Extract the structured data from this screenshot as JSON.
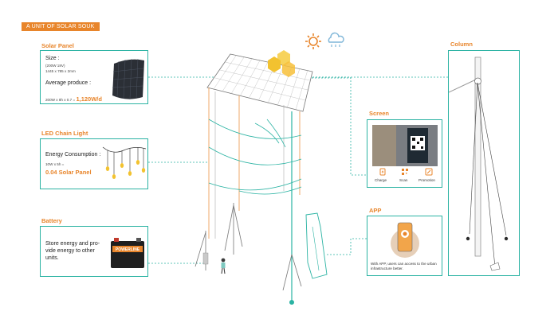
{
  "header": {
    "tag": "A UNIT OF SOLAR SOUK"
  },
  "solar_panel": {
    "title": "Solar Panel",
    "size_label": "Size :",
    "size_spec_1": "(200W 18V)",
    "size_spec_2": "1445 x 785 x 2mm",
    "produce_label": "Average produce :",
    "produce_formula": "200W x 8h x 0.7 = ",
    "produce_value": "1,120W/d"
  },
  "led": {
    "title": "LED Chain Light",
    "energy_label": "Energy Consumption :",
    "energy_formula": "10W x 5h =",
    "energy_value": "0.04 Solar Panel"
  },
  "battery": {
    "title": "Battery",
    "desc_1": "Store energy and pro-",
    "desc_2": "vide energy to other",
    "desc_3": "units.",
    "brand": "POWERLINE"
  },
  "screen": {
    "title": "Screen",
    "items": [
      "Charge",
      "Scan",
      "Promotion"
    ]
  },
  "app": {
    "title": "APP",
    "desc_1": "With APP, users can access to the urban",
    "desc_2": "infrastructure better."
  },
  "column": {
    "title": "Column"
  },
  "colors": {
    "accent": "#e8852b",
    "teal": "#2bb3a3",
    "sun": "#f2c230",
    "cloud": "#7fb6d8"
  },
  "icons": [
    "sun-icon",
    "cloud-rain-icon",
    "charge-icon",
    "scan-icon",
    "promotion-icon"
  ]
}
